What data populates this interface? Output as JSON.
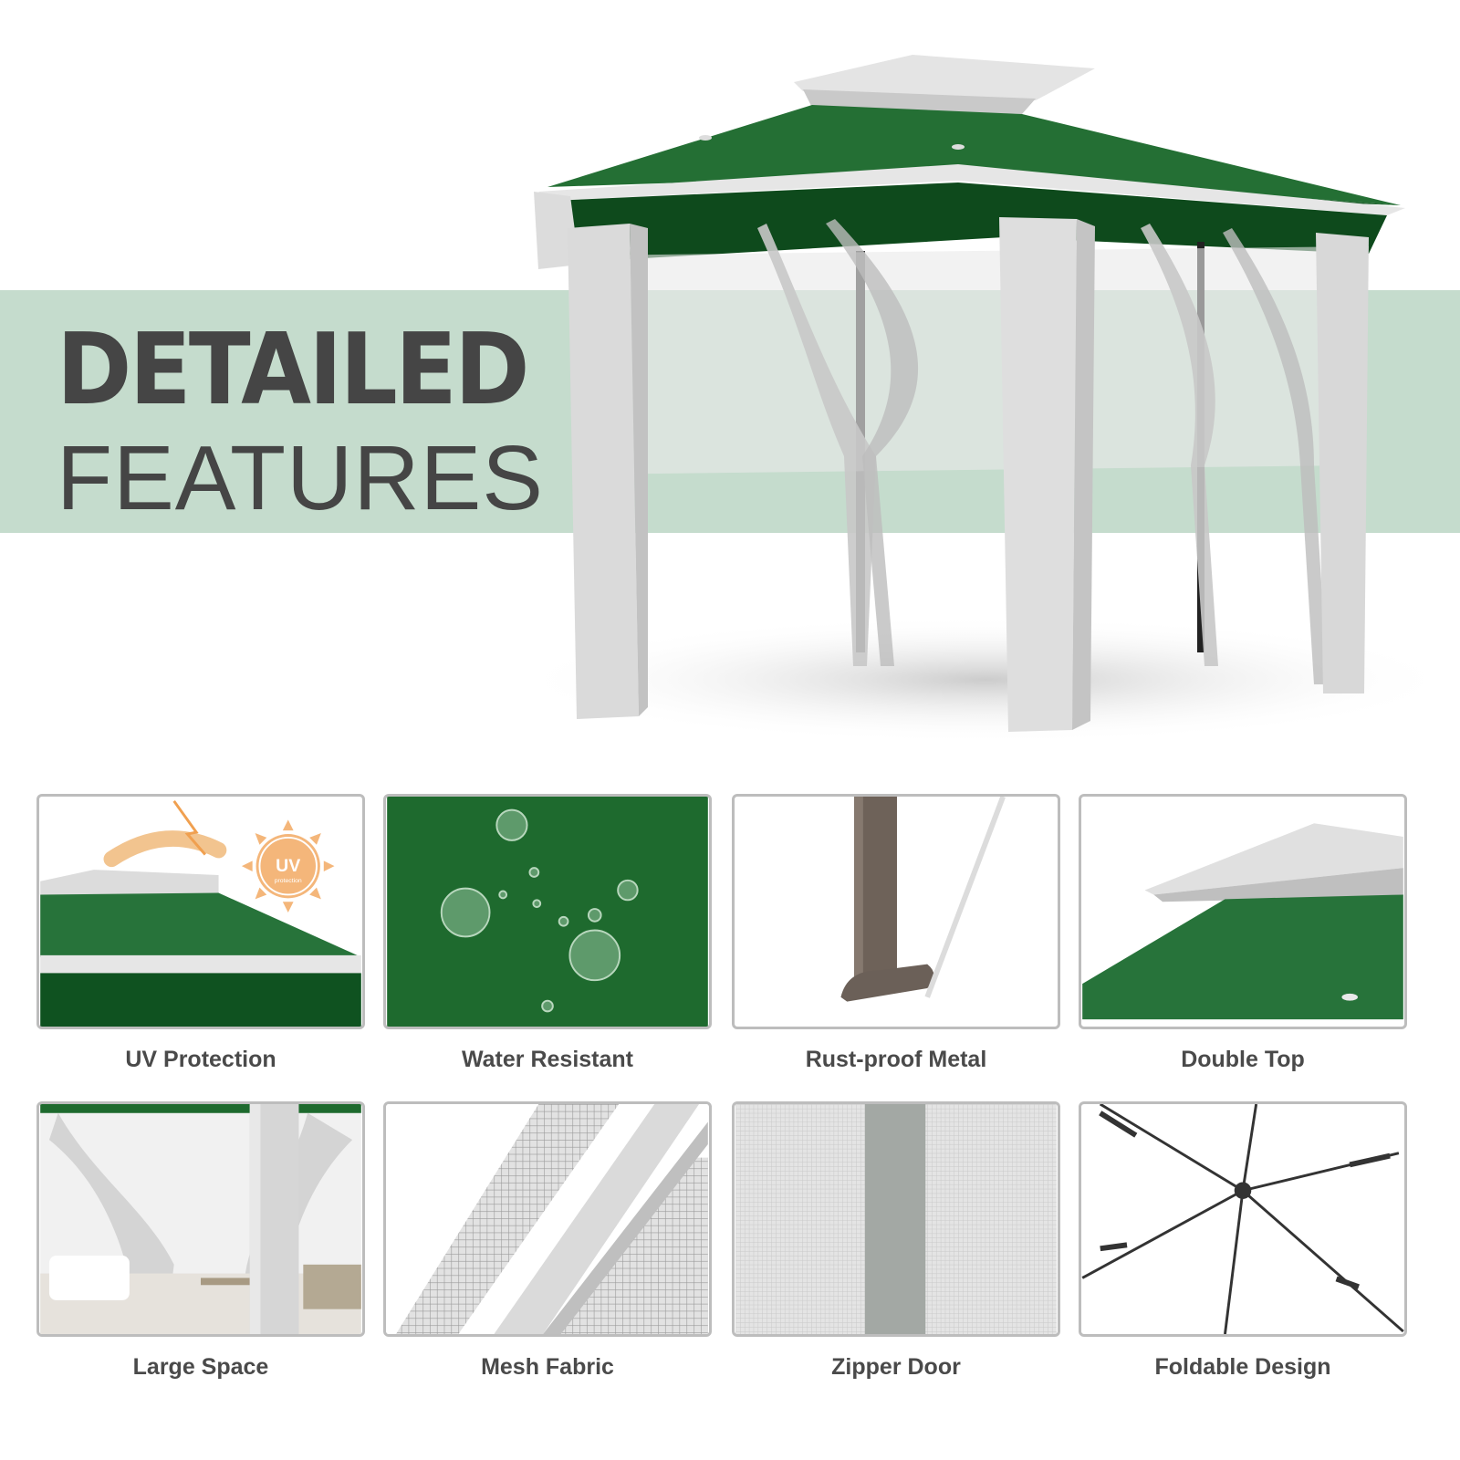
{
  "heading": {
    "line1": "DETAILED",
    "line2": "FEATURES"
  },
  "colors": {
    "band": "#c5dccd",
    "canopy_green": "#1f6a30",
    "canopy_dark": "#0d4a1c",
    "fabric_gray": "#d8d8d8",
    "text": "#454545"
  },
  "badge": {
    "main": "UV",
    "sub": "protection"
  },
  "features": [
    {
      "label": "UV Protection",
      "icon": "sun-icon"
    },
    {
      "label": "Water Resistant",
      "icon": "water-drop-icon"
    },
    {
      "label": "Rust-proof Metal",
      "icon": "metal-leg-icon"
    },
    {
      "label": "Double Top",
      "icon": "double-roof-icon"
    },
    {
      "label": "Large Space",
      "icon": "interior-icon"
    },
    {
      "label": "Mesh Fabric",
      "icon": "mesh-icon"
    },
    {
      "label": "Zipper Door",
      "icon": "zipper-icon"
    },
    {
      "label": "Foldable Design",
      "icon": "frame-icon"
    }
  ]
}
